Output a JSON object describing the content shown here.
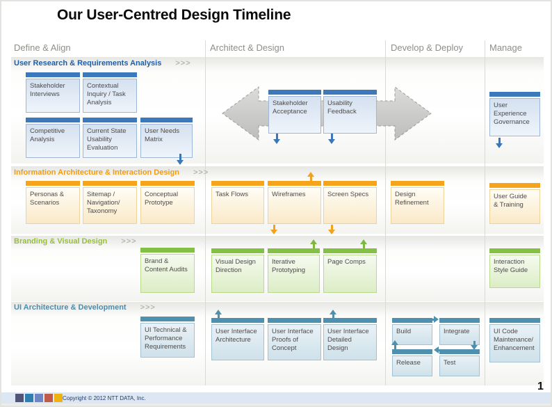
{
  "slide": {
    "title": "Our User-Centred Design Timeline",
    "page_number": "1",
    "copyright": "Copyright © 2012 NTT DATA, Inc."
  },
  "columns": [
    {
      "label": "Define & Align"
    },
    {
      "label": "Architect & Design"
    },
    {
      "label": "Develop & Deploy"
    },
    {
      "label": "Manage"
    }
  ],
  "lanes": [
    {
      "title": "User Research & Requirements Analysis",
      "chevrons": ">>>",
      "accent": "#3b79bc"
    },
    {
      "title": "Information Architecture & Interaction Design",
      "chevrons": ">>>",
      "accent": "#f6a41c"
    },
    {
      "title": "Branding & Visual Design",
      "chevrons": ">>>",
      "accent": "#84c044"
    },
    {
      "title": "UI Architecture & Development",
      "chevrons": ">>>",
      "accent": "#4f90ae"
    }
  ],
  "boxes": {
    "stakeholder_interviews": "Stakeholder\nInterviews",
    "contextual_inquiry": "Contextual\nInquiry / Task\nAnalysis",
    "competitive_analysis": "Competitive\nAnalysis",
    "current_state": "Current State\nUsability\nEvaluation",
    "user_needs": "User Needs\nMatrix",
    "stakeholder_acceptance": "Stakeholder\nAcceptance",
    "usability_feedback": "Usability\nFeedback",
    "ux_governance": "User\nExperience\nGovernance",
    "personas": "Personas &\nScenarios",
    "sitemap": "Sitemap /\nNavigation/\nTaxonomy",
    "conceptual_prototype": "Conceptual\nPrototype",
    "task_flows": "Task Flows",
    "wireframes": "Wireframes",
    "screen_specs": "Screen Specs",
    "design_refinement": "Design\nRefinement",
    "user_guide": "User Guide\n& Training",
    "brand_audits": "Brand &\nContent Audits",
    "visual_design_direction": "Visual Design\nDirection",
    "iterative_prototyping": "Iterative\nPrototyping",
    "page_comps": "Page Comps",
    "interaction_style_guide": "Interaction\nStyle Guide",
    "ui_technical": "UI Technical &\nPerformance\nRequirements",
    "ui_architecture": "User Interface\nArchitecture",
    "ui_proofs": "User Interface\nProofs of\nConcept",
    "ui_detailed": "User Interface\nDetailed\nDesign",
    "build": "Build",
    "integrate": "Integrate",
    "release": "Release",
    "test": "Test",
    "ui_code": "UI Code\nMaintenance/\nEnhancement"
  },
  "colors": {
    "lane1_accent": "#3b79bc",
    "lane2_accent": "#f6a41c",
    "lane3_accent": "#84c044",
    "lane4_accent": "#4f90ae",
    "big_arrow_fill": "#c6c6c4",
    "footer_squares": [
      "#535577",
      "#2e7fb0",
      "#6d86c3",
      "#c25a49",
      "#eeb211"
    ]
  }
}
